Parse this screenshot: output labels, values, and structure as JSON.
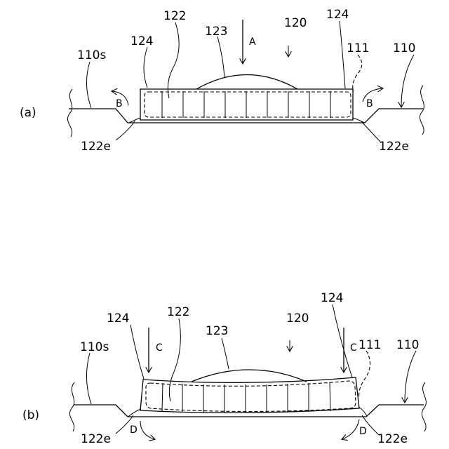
{
  "labels": {
    "a": {
      "panel": "(a)",
      "ref_124_left": "124",
      "ref_122": "122",
      "ref_123": "123",
      "arrow_a": "A",
      "ref_120": "120",
      "ref_124_right": "124",
      "ref_111": "111",
      "ref_110": "110",
      "ref_110s": "110s",
      "arrow_b_left": "B",
      "arrow_b_right": "B",
      "ref_122e_left": "122e",
      "ref_122e_right": "122e"
    },
    "b": {
      "panel": "(b)",
      "ref_124_left": "124",
      "ref_122": "122",
      "ref_123": "123",
      "arrow_c_left": "C",
      "arrow_c_right": "C",
      "ref_120": "120",
      "ref_124_right": "124",
      "ref_111": "111",
      "ref_110": "110",
      "ref_110s": "110s",
      "arrow_d_left": "D",
      "arrow_d_right": "D",
      "ref_122e_left": "122e",
      "ref_122e_right": "122e"
    }
  }
}
